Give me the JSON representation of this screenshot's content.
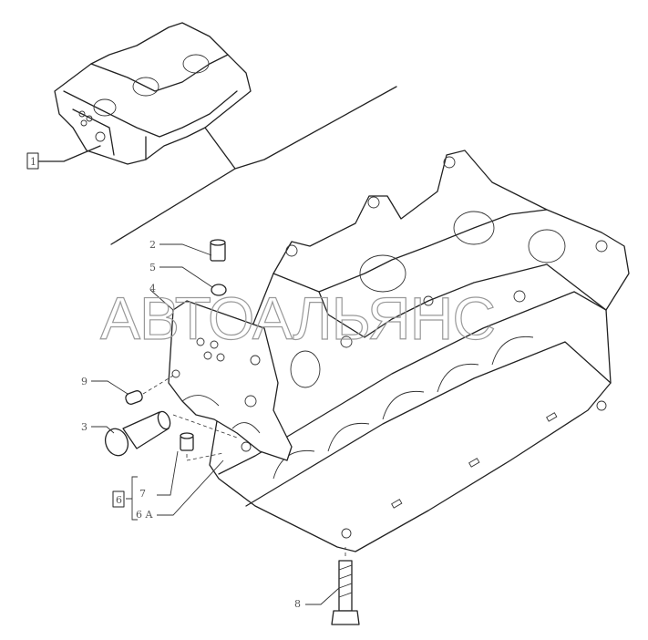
{
  "diagram": {
    "watermark": "АВТОАЛЬЯНС",
    "callouts": {
      "part_1": "1",
      "part_2": "2",
      "part_5": "5",
      "part_4": "4",
      "part_9": "9",
      "part_3": "3",
      "part_6": "6",
      "part_7": "7",
      "part_6a": "6 A",
      "part_8": "8"
    }
  }
}
